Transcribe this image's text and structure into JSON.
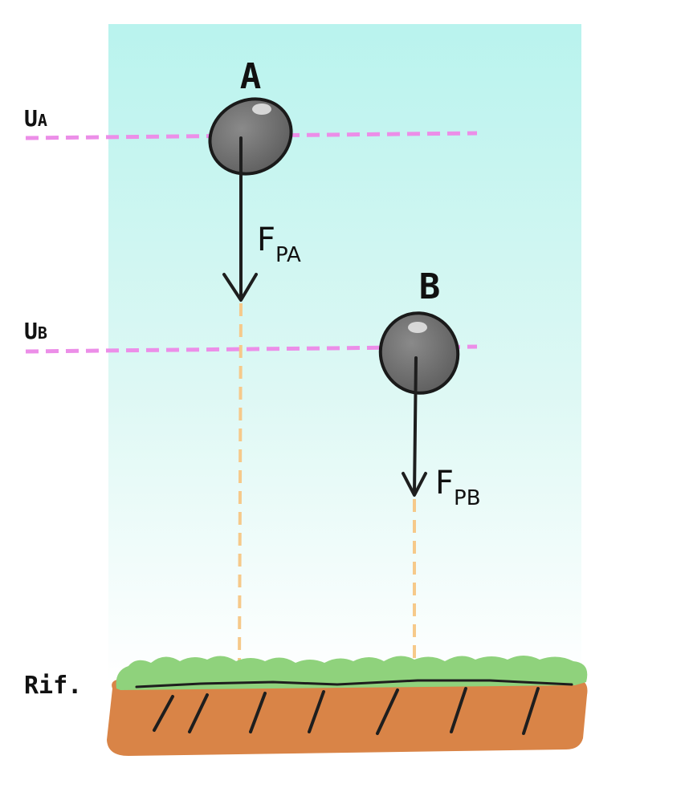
{
  "points": {
    "a": {
      "label": "A"
    },
    "b": {
      "label": "B"
    }
  },
  "levels": {
    "ua": {
      "main": "U",
      "sub": "A"
    },
    "ub": {
      "main": "U",
      "sub": "B"
    }
  },
  "forces": {
    "a": {
      "main": "F",
      "sub": "PA"
    },
    "b": {
      "main": "F",
      "sub": "PB"
    }
  },
  "reference": {
    "label": "Rif."
  },
  "colors": {
    "sky_top": "#b9f3ee",
    "sky_bottom": "#ffffff",
    "level_line": "#ec8ee8",
    "projection_line": "#f6c98a",
    "grass": "#8fd27c",
    "soil": "#d98447",
    "ball": "#6e6e6e",
    "arrow": "#1e1e1e"
  }
}
